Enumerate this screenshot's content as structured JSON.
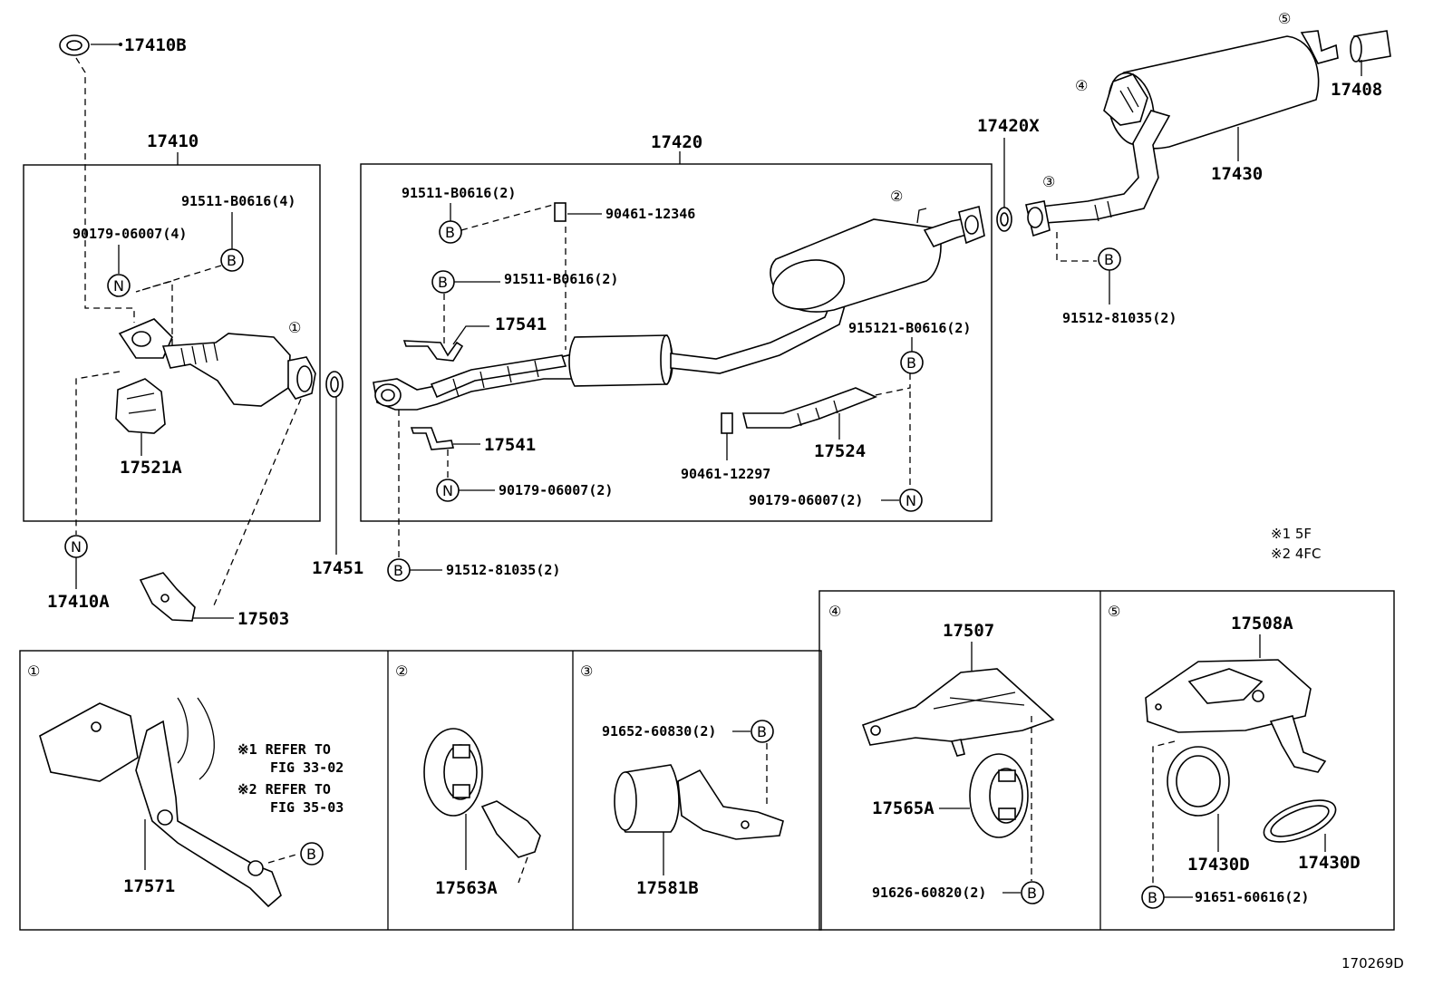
{
  "diagram_id": "170269D",
  "notes": {
    "legend1": "※1 5F",
    "legend2": "※2 4FC",
    "refer1_line1": "※1 REFER TO",
    "refer1_line2": "FIG 33-02",
    "refer2_line1": "※2 REFER TO",
    "refer2_line2": "FIG 35-03"
  },
  "callouts": {
    "c1": "1",
    "c2": "2",
    "c3": "3",
    "c4": "4",
    "c5": "5",
    "B": "B",
    "N": "N"
  },
  "labels": {
    "p17410B": "17410B",
    "p17410": "17410",
    "p17420": "17420",
    "p17420X": "17420X",
    "p17430": "17430",
    "p17408": "17408",
    "p91511_4": "91511-B0616(4)",
    "p90179_4": "90179-06007(4)",
    "p17521A": "17521A",
    "p17410A": "17410A",
    "p17451": "17451",
    "p17503": "17503",
    "p91511_a": "91511-B0616(2)",
    "p90461_12346": "90461-12346",
    "p91511_b": "91511-B0616(2)",
    "p17541_a": "17541",
    "p17541_b": "17541",
    "p90179_a": "90179-06007(2)",
    "p91512_a": "91512-81035(2)",
    "p915121": "915121-B0616(2)",
    "p17524": "17524",
    "p90461_12297": "90461-12297",
    "p90179_b": "90179-06007(2)",
    "p91512_b": "91512-81035(2)",
    "p17571": "17571",
    "p17563A": "17563A",
    "p91652": "91652-60830(2)",
    "p17581B": "17581B",
    "p17507": "17507",
    "p17565A": "17565A",
    "p91626": "91626-60820(2)",
    "p17508A": "17508A",
    "p17430D_a": "17430D",
    "p17430D_b": "17430D",
    "p91651": "91651-60616(2)"
  }
}
